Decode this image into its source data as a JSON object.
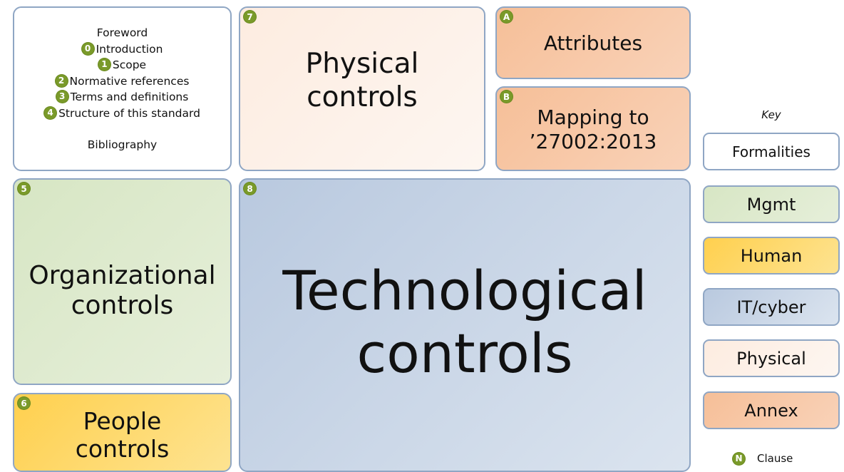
{
  "colors": {
    "badge": "#7a9a2a",
    "border": "#8fa6c4",
    "formalities": "#ffffff",
    "mgmt": "#dde9cf",
    "human": "#fed766",
    "it_cyber": "#c8d5e7",
    "physical": "#fdf1e8",
    "annex": "#f8c8a6"
  },
  "front_matter": {
    "lines": [
      {
        "badge": "",
        "text": "Foreword"
      },
      {
        "badge": "0",
        "text": "Introduction"
      },
      {
        "badge": "1",
        "text": "Scope"
      },
      {
        "badge": "2",
        "text": "Normative references"
      },
      {
        "badge": "3",
        "text": "Terms and definitions"
      },
      {
        "badge": "4",
        "text": "Structure of this standard"
      }
    ],
    "bibliography": "Bibliography"
  },
  "sections": {
    "clause5": {
      "badge": "5",
      "line1": "Organizational",
      "line2": "controls"
    },
    "clause6": {
      "badge": "6",
      "line1": "People",
      "line2": "controls"
    },
    "clause7": {
      "badge": "7",
      "line1": "Physical",
      "line2": "controls"
    },
    "clause8": {
      "badge": "8",
      "line1": "Technological",
      "line2": "controls"
    },
    "annexA": {
      "badge": "A",
      "line1": "Attributes"
    },
    "annexB": {
      "badge": "B",
      "line1": "Mapping to",
      "line2": "’27002:2013"
    }
  },
  "key": {
    "title": "Key",
    "items": [
      "Formalities",
      "Mgmt",
      "Human",
      "IT/cyber",
      "Physical",
      "Annex"
    ],
    "clause_badge": "N",
    "clause_label": "Clause"
  }
}
